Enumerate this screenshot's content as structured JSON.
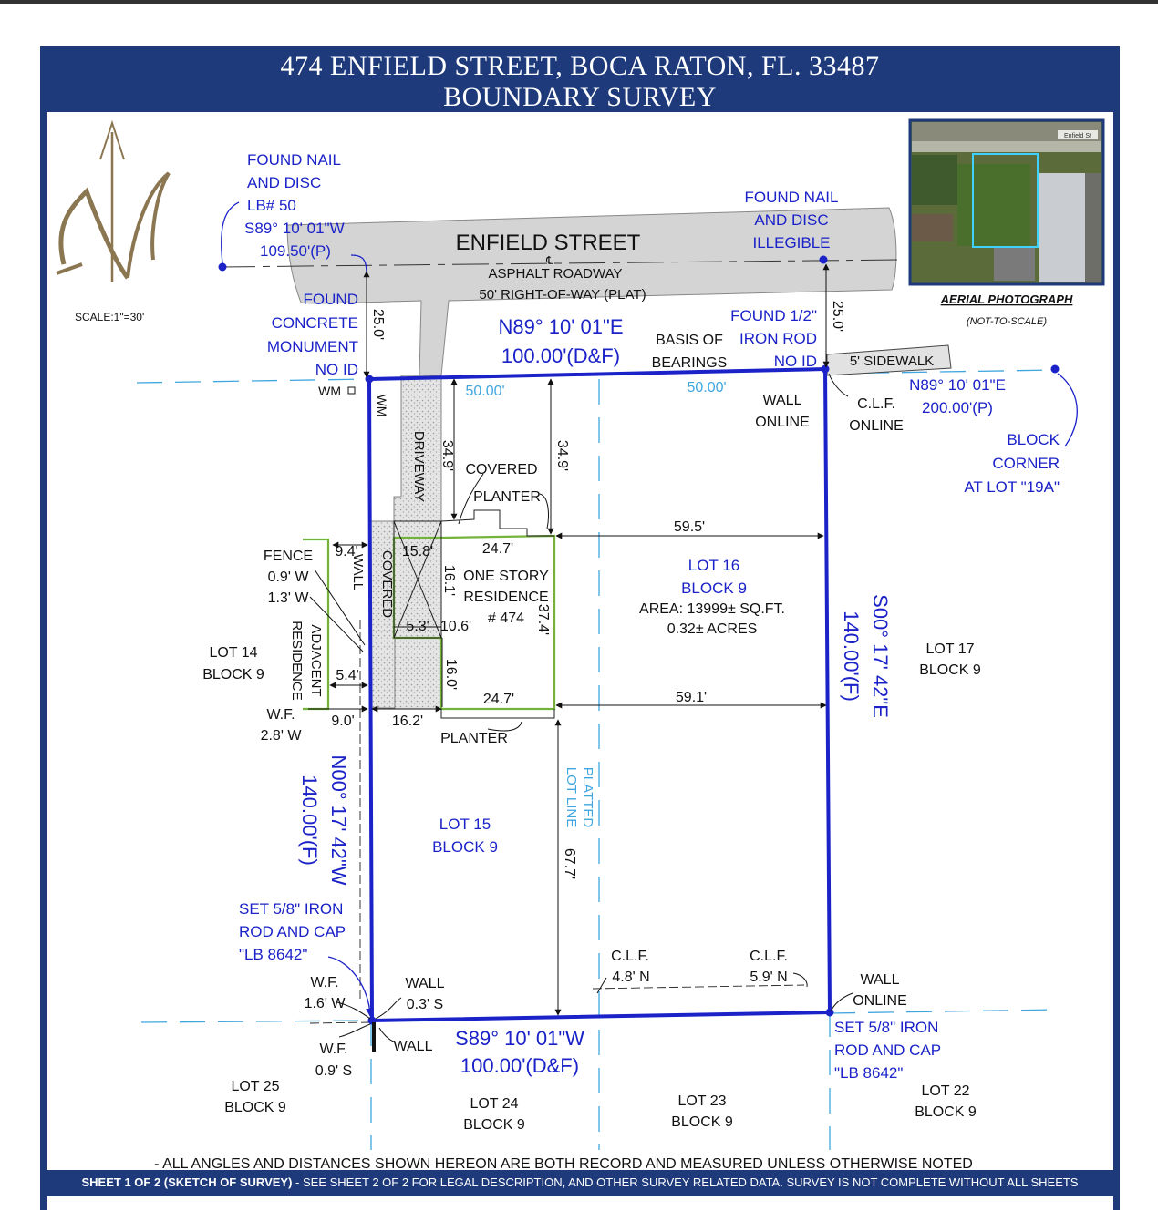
{
  "header": {
    "address": "474 ENFIELD STREET, BOCA RATON, FL. 33487",
    "subtitle": "BOUNDARY SURVEY"
  },
  "scale": "SCALE:1\"=30'",
  "street": {
    "name": "ENFIELD STREET",
    "center_symbol": "℄",
    "roadway": "ASPHALT ROADWAY",
    "right_of_way": "50' RIGHT-OF-WAY (PLAT)"
  },
  "aerial": {
    "title": "AERIAL PHOTOGRAPH",
    "note": "(NOT-TO-SCALE)",
    "street_tag": "Enfield St"
  },
  "callouts": {
    "found_nail_lb50": [
      "FOUND NAIL",
      "AND DISC",
      "LB# 50",
      "S89° 10' 01\"W",
      "109.50'(P)"
    ],
    "found_nail_illegible": [
      "FOUND NAIL",
      "AND DISC",
      "ILLEGIBLE"
    ],
    "found_concrete": [
      "FOUND",
      "CONCRETE",
      "MONUMENT",
      "NO ID"
    ],
    "found_iron_rod": [
      "FOUND 1/2\"",
      "IRON ROD",
      "NO ID"
    ],
    "basis_of_bearings": [
      "BASIS OF",
      "BEARINGS"
    ],
    "block_corner": [
      "BLOCK",
      "CORNER",
      "AT LOT \"19A\""
    ],
    "set_iron_rod_left": [
      "SET 5/8\" IRON",
      "ROD AND CAP",
      "\"LB 8642\""
    ],
    "set_iron_rod_right": [
      "SET 5/8\" IRON",
      "ROD AND CAP",
      "\"LB 8642\""
    ],
    "wall_online_top": [
      "WALL",
      "ONLINE"
    ],
    "clf_online": [
      "C.L.F.",
      "ONLINE"
    ],
    "wall_online_bottom": [
      "WALL",
      "ONLINE"
    ],
    "fence": [
      "FENCE",
      "0.9' W",
      "1.3' W"
    ],
    "wf_top": [
      "W.F.",
      "2.8' W"
    ],
    "wf_left_bottom": [
      "W.F.",
      "1.6' W"
    ],
    "wf_bottom": [
      "W.F.",
      "0.9' S"
    ],
    "wall_bottom": [
      "WALL",
      "0.3' S"
    ],
    "clf_bottom_left": [
      "C.L.F.",
      "4.8' N"
    ],
    "clf_bottom_right": [
      "C.L.F.",
      "5.9' N"
    ]
  },
  "bearings": {
    "north": [
      "N89° 10' 01\"E",
      "100.00'(D&F)"
    ],
    "south": [
      "S89° 10' 01\"W",
      "100.00'(D&F)"
    ],
    "east": [
      "S00° 17' 42\"E",
      "140.00'(F)"
    ],
    "west": [
      "N00° 17' 42\"W",
      "140.00'(F)"
    ],
    "ne_plat": [
      "N89° 10' 01\"E",
      "200.00'(P)"
    ]
  },
  "dims": {
    "half_left": "50.00'",
    "half_right": "50.00'",
    "row_left": "25.0'",
    "row_right": "25.0'",
    "setback_drive": "34.9'",
    "setback_house": "34.9'",
    "side_east_top": "59.5'",
    "side_east_bottom": "59.1'",
    "house_top": "24.7'",
    "house_bottom": "24.7'",
    "house_depth": "37.4'",
    "cover_w": "15.8'",
    "cover_d": "16.1'",
    "notch_w": "5.3'",
    "notch_w2": "10.6'",
    "notch_d": "16.0'",
    "fence_dist": "9.4'",
    "side_left": "5.4'",
    "side_left2": "9.0'",
    "side_left3": "16.2'",
    "rear": "67.7'"
  },
  "labels": {
    "sidewalk": "5' SIDEWALK",
    "wm": "WM",
    "wm2": "WM",
    "driveway": "DRIVEWAY",
    "covered_top": "COVERED",
    "planter_top": "PLANTER",
    "covered_side": "COVERED",
    "wall_side": "WALL",
    "adjacent": "ADJACENT",
    "residence": "RESIDENCE",
    "house": [
      "ONE STORY",
      "RESIDENCE",
      "# 474"
    ],
    "planter_bottom": "PLANTER",
    "platted": [
      "PLATTED",
      "LOT LINE"
    ],
    "wall_corner": "WALL"
  },
  "lots": {
    "lot16": [
      "LOT 16",
      "BLOCK 9"
    ],
    "area": [
      "AREA: 13999± SQ.FT.",
      "0.32± ACRES"
    ],
    "lot15": [
      "LOT 15",
      "BLOCK 9"
    ],
    "lot14": [
      "LOT 14",
      "BLOCK 9"
    ],
    "lot17": [
      "LOT 17",
      "BLOCK 9"
    ],
    "lot25": [
      "LOT 25",
      "BLOCK 9"
    ],
    "lot24": [
      "LOT 24",
      "BLOCK 9"
    ],
    "lot23": [
      "LOT 23",
      "BLOCK 9"
    ],
    "lot22": [
      "LOT 22",
      "BLOCK 9"
    ]
  },
  "notes": {
    "general": "- ALL ANGLES AND DISTANCES SHOWN HEREON ARE BOTH RECORD AND MEASURED UNLESS OTHERWISE NOTED",
    "sheet_bold": "SHEET 1 OF 2 (SKETCH OF SURVEY)",
    "sheet_rest": " - SEE SHEET 2 OF 2 FOR LEGAL DESCRIPTION, AND OTHER SURVEY RELATED DATA. SURVEY IS NOT COMPLETE WITHOUT ALL SHEETS"
  },
  "colors": {
    "navy": "#1e3a7b",
    "boundary_blue": "#1a22c8",
    "callout_blue": "#1a22c8",
    "light_blue": "#3fa6e0",
    "green": "#74b33b",
    "gold": "#8a7650",
    "road_gray": "#d4d4d4"
  }
}
